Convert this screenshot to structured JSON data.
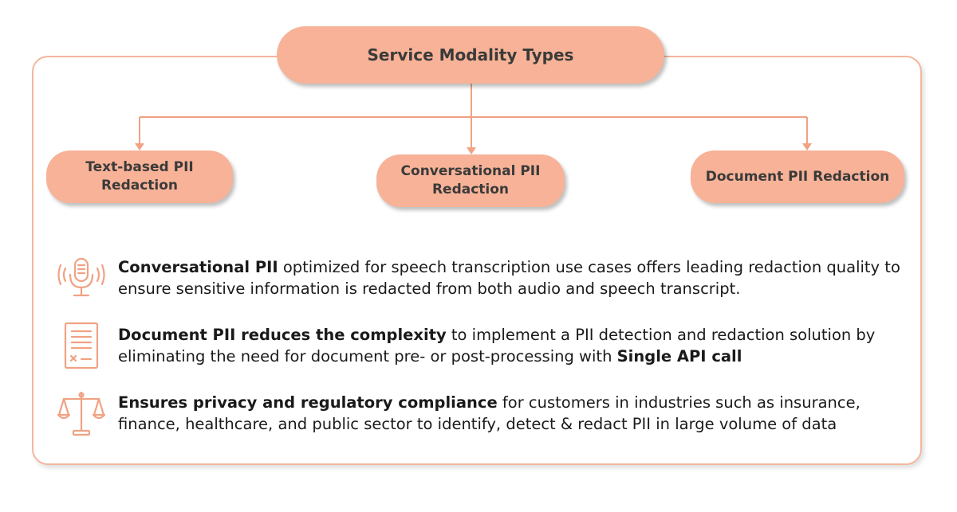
{
  "diagram": {
    "title": "Service Modality Types",
    "modalities": [
      {
        "label": "Text-based PII Redaction"
      },
      {
        "label": "Conversational PII Redaction"
      },
      {
        "label": "Document PII Redaction"
      }
    ],
    "features": [
      {
        "icon": "microphone-icon",
        "bold": "Conversational PII",
        "text": " optimized for speech transcription use cases offers leading redaction quality to ensure sensitive information is redacted from both audio and speech transcript."
      },
      {
        "icon": "document-icon",
        "bold": "Document PII reduces the complexity",
        "text": " to implement a PII detection and redaction solution by eliminating the need for document pre- or post-processing with ",
        "bold_end": "Single API call"
      },
      {
        "icon": "scales-icon",
        "bold": "Ensures privacy and regulatory compliance",
        "text": " for customers in industries such as insurance, finance, healthcare, and public sector to identify, detect & redact PII in large volume of data"
      }
    ],
    "colors": {
      "pill_fill": "#f7b297",
      "frame_border": "#f4b69c",
      "connector": "#f0a283",
      "icon_stroke": "#f0a283"
    }
  }
}
